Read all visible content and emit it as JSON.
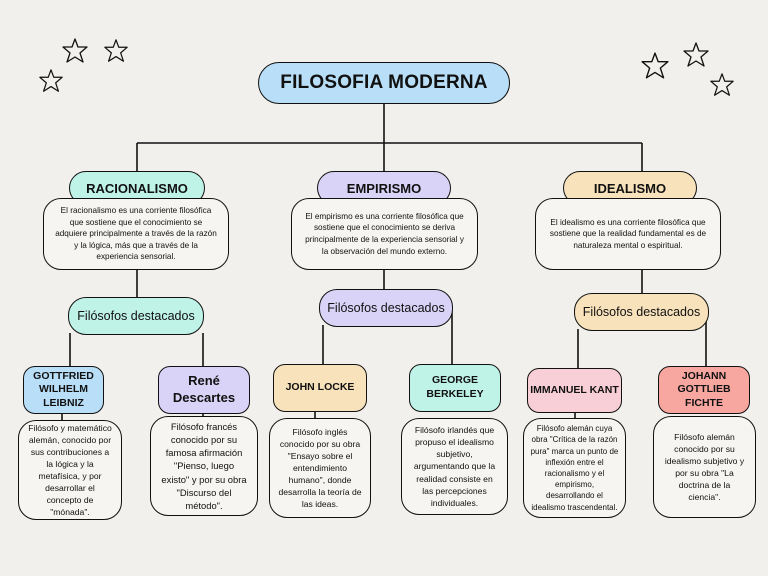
{
  "title": "FILOSOFIA MODERNA",
  "colors": {
    "title": "#b9def7",
    "racionalismo": "#bff3e8",
    "empirismo": "#d9d3f7",
    "idealismo": "#f7e2bb",
    "leibniz": "#b9def7",
    "descartes": "#d9d3f7",
    "locke": "#f7e2bb",
    "berkeley": "#bff3e8",
    "kant": "#f8cfd6",
    "fichte": "#f7a6a0"
  },
  "branches": {
    "racionalismo": {
      "label": "RACIONALISMO",
      "description": "El racionalismo es una corriente filosófica que sostiene que el conocimiento se adquiere principalmente a través de la razón y la lógica, más que a través de la experiencia sensorial.",
      "highlight": "Filósofos destacados",
      "philosophers": [
        {
          "name": "GOTTFRIED WILHELM LEIBNIZ",
          "text": "Filósofo y matemático alemán, conocido por sus contribuciones a la lógica y la metafísica, y por desarrollar el concepto de \"mónada\"."
        },
        {
          "name": "René Descartes",
          "text": "Filósofo francés conocido por su famosa afirmación \"Pienso, luego existo\" y por su obra \"Discurso del método\"."
        }
      ]
    },
    "empirismo": {
      "label": "EMPIRISMO",
      "description": "El empirismo es una corriente filosófica que sostiene que el conocimiento se deriva principalmente de la experiencia sensorial y la observación del mundo externo.",
      "highlight": "Filósofos destacados",
      "philosophers": [
        {
          "name": "JOHN LOCKE",
          "text": "Filósofo inglés conocido por su obra \"Ensayo sobre el entendimiento humano\", donde desarrolla la teoría de las ideas."
        },
        {
          "name": "GEORGE BERKELEY",
          "text": "Filósofo irlandés que propuso el idealismo subjetivo, argumentando que la realidad consiste en las percepciones individuales."
        }
      ]
    },
    "idealismo": {
      "label": "IDEALISMO",
      "description": "El idealismo es una corriente filosófica que sostiene que la realidad fundamental es de naturaleza mental o espiritual.",
      "highlight": "Filósofos destacados",
      "philosophers": [
        {
          "name": "IMMANUEL KANT",
          "text": "Filósofo alemán cuya obra \"Crítica de la razón pura\" marca un punto de inflexión entre el racionalismo y el empirismo, desarrollando el idealismo trascendental."
        },
        {
          "name": "JOHANN GOTTLIEB FICHTE",
          "text": "Filósofo alemán conocido por su idealismo subjetivo y por su obra \"La doctrina de la ciencia\"."
        }
      ]
    }
  },
  "icons": [
    "star-icon",
    "star-icon",
    "star-icon",
    "star-icon",
    "star-icon",
    "star-icon"
  ]
}
